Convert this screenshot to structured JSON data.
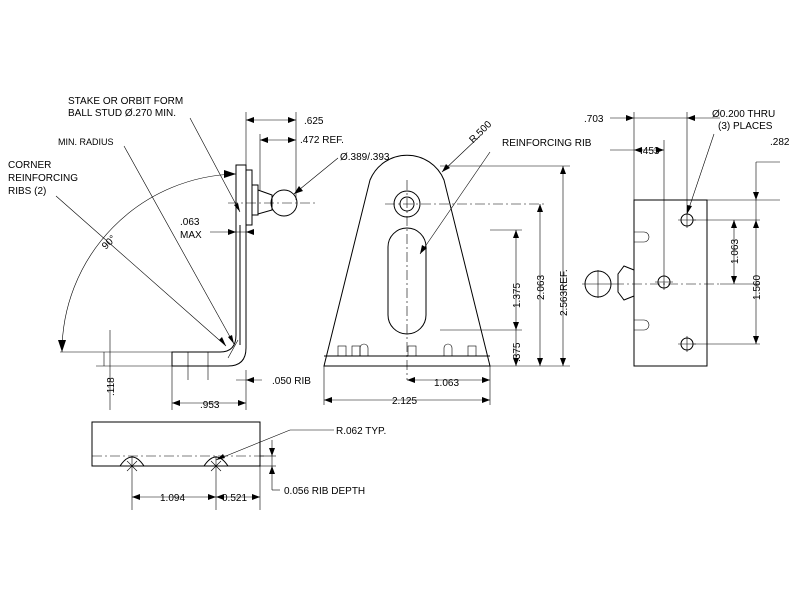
{
  "notes": {
    "stake": [
      "STAKE OR ORBIT FORM",
      "BALL STUD Ø.270 MIN."
    ],
    "min_radius": "MIN. RADIUS",
    "corner": [
      "CORNER",
      "REINFORCING",
      "RIBS (2)"
    ],
    "reinforcing_rib": "REINFORCING RIB",
    "hole_thru": [
      "Ø0.200 THRU",
      "(3) PLACES"
    ],
    "rib_radius": "R.062 TYP.",
    "rib_depth": "0.056 RIB DEPTH",
    "thickness": [
      ".063",
      "MAX"
    ],
    "ball_dia": "Ø.389/.393",
    "rib_width": ".050 RIB"
  },
  "dimensions": {
    "d_625": ".625",
    "d_472": ".472 REF.",
    "d_90": "90°",
    "d_118": ".118",
    "d_953": ".953",
    "d_r500": "R.500",
    "d_1375": "1.375",
    "d_2063": "2.063",
    "d_2563": "2.563REF.",
    "d_375": ".375",
    "d_1063a": "1.063",
    "d_2125": "2.125",
    "d_703": ".703",
    "d_453": ".453",
    "d_282": ".282",
    "d_1063b": "1.063",
    "d_1560": "1.560",
    "d_1094": "1.094",
    "d_0521": "0.521"
  }
}
